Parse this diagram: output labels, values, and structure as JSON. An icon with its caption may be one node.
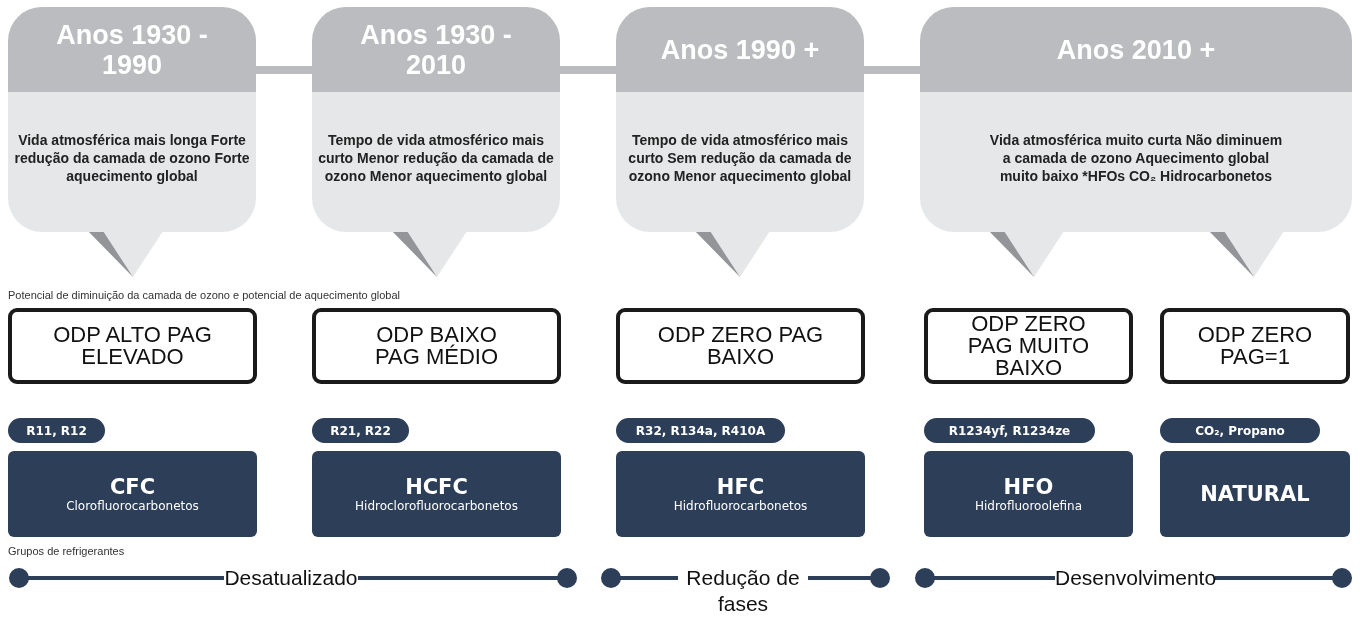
{
  "diagram": {
    "nodes": [
      {
        "text": [
          "Anos 1930 - 1990",
          "Vida atmosférica mais longa Forte redução da camada de ozono Forte aquecimento global"
        ]
      },
      {
        "text": [
          "Anos 1930 - 2010",
          "Tempo de vida atmosférico mais curto Menor redução da camada de ozono Menor aquecimento global"
        ]
      },
      {
        "text": [
          "Anos 1990 +",
          "Tempo de vida atmosférico mais curto Sem redução da camada de ozono Menor aquecimento global"
        ]
      },
      {
        "text": [
          "Anos 2010 +",
          "Vida atmosférica muito curta Não diminuem a camada de ozono Aquecimento global muito baixo *HFOs CO₂ Hidrocarbonetos"
        ]
      },
      {
        "text": [
          "ODP ALTO PAG ELEVADO"
        ]
      },
      {
        "text": [
          "ODP BAIXO PAG MÉDIO"
        ]
      },
      {
        "text": [
          "ODP ZERO PAG BAIXO"
        ]
      },
      {
        "text": [
          "ODP ZERO PAG MUITO BAIXO"
        ]
      },
      {
        "text": [
          "ODP ZERO PAG=1"
        ]
      },
      {
        "text": [
          "R11, R12"
        ]
      },
      {
        "text": [
          "R21, R22"
        ]
      },
      {
        "text": [
          "R32, R134a, R410A"
        ]
      },
      {
        "text": [
          "R1234yf, R1234ze"
        ]
      },
      {
        "text": [
          "CO₂, Propano"
        ]
      },
      {
        "text": [
          "CFC",
          "Clorofluorocarbonetos"
        ]
      },
      {
        "text": [
          "HCFC",
          "Hidroclorofluorocarbonetos"
        ]
      },
      {
        "text": [
          "HFC",
          "Hidrofluorocarbonetos"
        ]
      },
      {
        "text": [
          "HFO",
          "Hidrofluoroolefina"
        ]
      },
      {
        "text": [
          "NATURAL"
        ]
      }
    ],
    "edges": [
      {
        "from": 0,
        "to": 1,
        "arrow": "none"
      },
      {
        "from": 1,
        "to": 2,
        "arrow": "none"
      },
      {
        "from": 2,
        "to": 3,
        "arrow": "none"
      }
    ],
    "labels": [
      "Potencial de diminuição da camada de ozono e potencial de aquecimento global",
      "Grupos de refrigerantes",
      "Desatualizado",
      "Redução de fases",
      "Desenvolvimento"
    ]
  }
}
